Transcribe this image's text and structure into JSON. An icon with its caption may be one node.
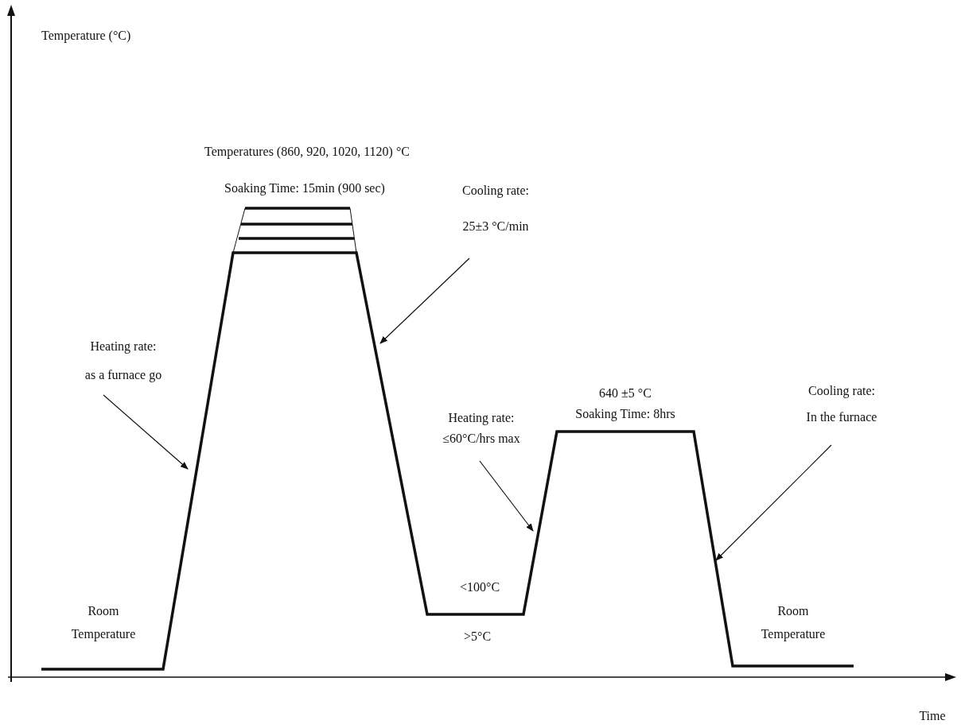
{
  "diagram": {
    "nodes": [
      {
        "text": [
          "Heating rate:",
          "as a furnace go"
        ]
      },
      {
        "text": [
          "Cooling rate:",
          "25±3 °C/min"
        ]
      },
      {
        "text": [
          "Heating rate:",
          "≤60°C/hrs max"
        ]
      },
      {
        "text": [
          "Cooling rate:",
          "In the furnace"
        ]
      }
    ],
    "edges": [
      {
        "from": 0,
        "to": null,
        "arrow": "to"
      },
      {
        "from": 1,
        "to": null,
        "arrow": "to"
      },
      {
        "from": 2,
        "to": null,
        "arrow": "to"
      },
      {
        "from": 3,
        "to": null,
        "arrow": "to"
      }
    ],
    "labels": [
      "Temperature (°C)",
      "Temperatures (860, 920, 1020, 1120) °C",
      "Soaking Time: 15min (900 sec)",
      "640 ±5 °C",
      "Soaking Time: 8hrs",
      "Room Temperature",
      "<100°C",
      ">5°C",
      "Room Temperature",
      "Time"
    ]
  }
}
